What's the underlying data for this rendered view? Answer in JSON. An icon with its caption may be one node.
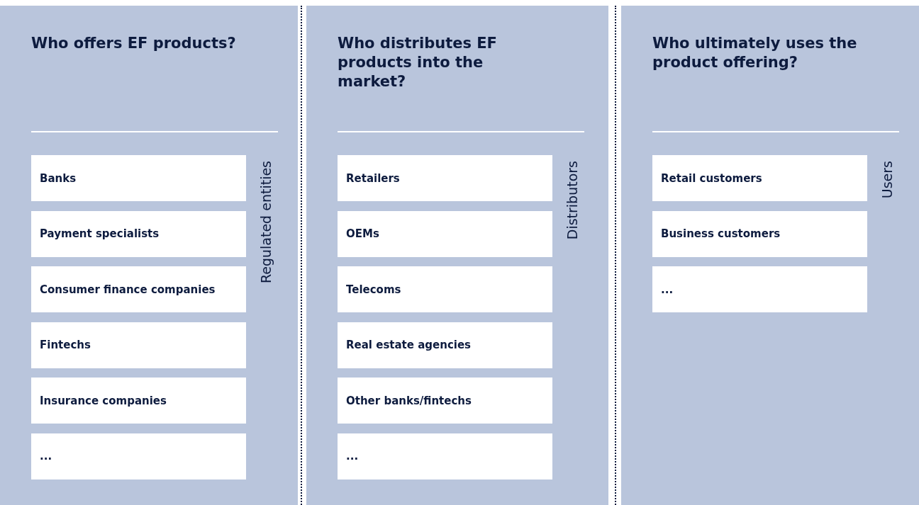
{
  "diagram": {
    "nodes": [
      {
        "text": [
          "Who offers EF products?",
          "Regulated entities"
        ]
      },
      {
        "text": [
          "Banks"
        ],
        "in": 0
      },
      {
        "text": [
          "Payment specialists"
        ],
        "in": 0
      },
      {
        "text": [
          "Consumer finance companies"
        ],
        "in": 0
      },
      {
        "text": [
          "Fintechs"
        ],
        "in": 0
      },
      {
        "text": [
          "Insurance companies"
        ],
        "in": 0
      },
      {
        "text": [
          "..."
        ],
        "in": 0
      },
      {
        "text": [
          "Who distributes EF products into the market?",
          "Distributors"
        ]
      },
      {
        "text": [
          "Retailers"
        ],
        "in": 7
      },
      {
        "text": [
          "OEMs"
        ],
        "in": 7
      },
      {
        "text": [
          "Telecoms"
        ],
        "in": 7
      },
      {
        "text": [
          "Real estate agencies"
        ],
        "in": 7
      },
      {
        "text": [
          "Other banks/fintechs"
        ],
        "in": 7
      },
      {
        "text": [
          "..."
        ],
        "in": 7
      },
      {
        "text": [
          "Who ultimately uses the product offering?",
          "Users"
        ]
      },
      {
        "text": [
          "Retail customers"
        ],
        "in": 14
      },
      {
        "text": [
          "Business customers"
        ],
        "in": 14
      },
      {
        "text": [
          "..."
        ],
        "in": 14
      }
    ]
  }
}
